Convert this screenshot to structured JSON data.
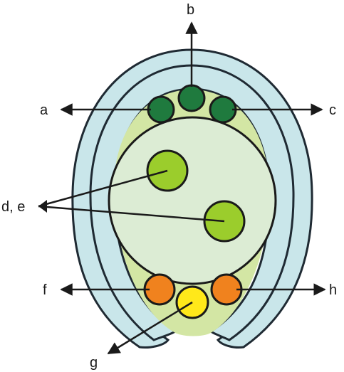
{
  "labels": {
    "a": "a",
    "b": "b",
    "c": "c",
    "de": "d, e",
    "f": "f",
    "g": "g",
    "h": "h"
  },
  "colors": {
    "integument_fill": "#c9e6ea",
    "integument_stroke": "#1f2a33",
    "sac_fill": "#d3e6a4",
    "central_cell_fill": "#dcecd4",
    "antipodal_fill": "#1f7a3e",
    "polar_nucleus_fill": "#9bcd2c",
    "synergid_fill": "#f0821e",
    "egg_cell_fill": "#ffe81a",
    "arrow": "#1a1a1a"
  }
}
